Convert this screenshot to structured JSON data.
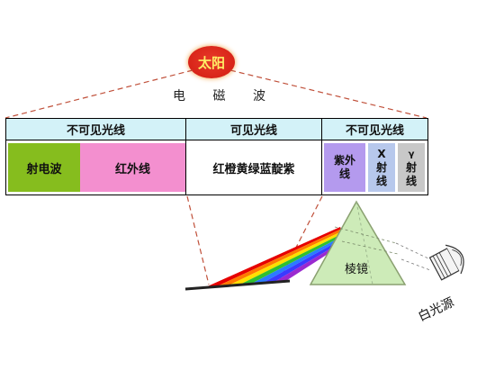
{
  "sun": {
    "label": "太阳",
    "color": "#dd2a1c",
    "text_color": "#ffee66"
  },
  "wave_label": "电 磁 波",
  "headers": {
    "invisible_left": "不可见光线",
    "visible": "可见光线",
    "invisible_right": "不可见光线"
  },
  "bands": {
    "radio": {
      "label": "射电波",
      "color": "#86bd1e"
    },
    "infrared": {
      "label": "红外线",
      "color": "#f38fcf"
    },
    "visible": {
      "label": "红橙黄绿蓝靛紫",
      "color": "#ffffff"
    },
    "ultraviolet": {
      "label_line1": "紫外",
      "label_line2": "线",
      "color": "#b49aee"
    },
    "xray": {
      "label_line1": "X",
      "label_line2": "射",
      "label_line3": "线",
      "color": "#b7c8ec"
    },
    "gamma": {
      "label_line1": "γ",
      "label_line2": "射",
      "label_line3": "线",
      "color": "#c8c8c8"
    }
  },
  "prism_label": "棱镜",
  "light_source_label": "白光源",
  "spectrum_colors": [
    "#e60000",
    "#ff7a00",
    "#ffe000",
    "#30c030",
    "#2a7cff",
    "#3a3aff",
    "#9a2ad0"
  ],
  "colors": {
    "header_bg": "#d3f2f8",
    "dashed_line": "#c0503a",
    "prism": "#cdebb8",
    "prism_stroke": "#8aa070"
  }
}
